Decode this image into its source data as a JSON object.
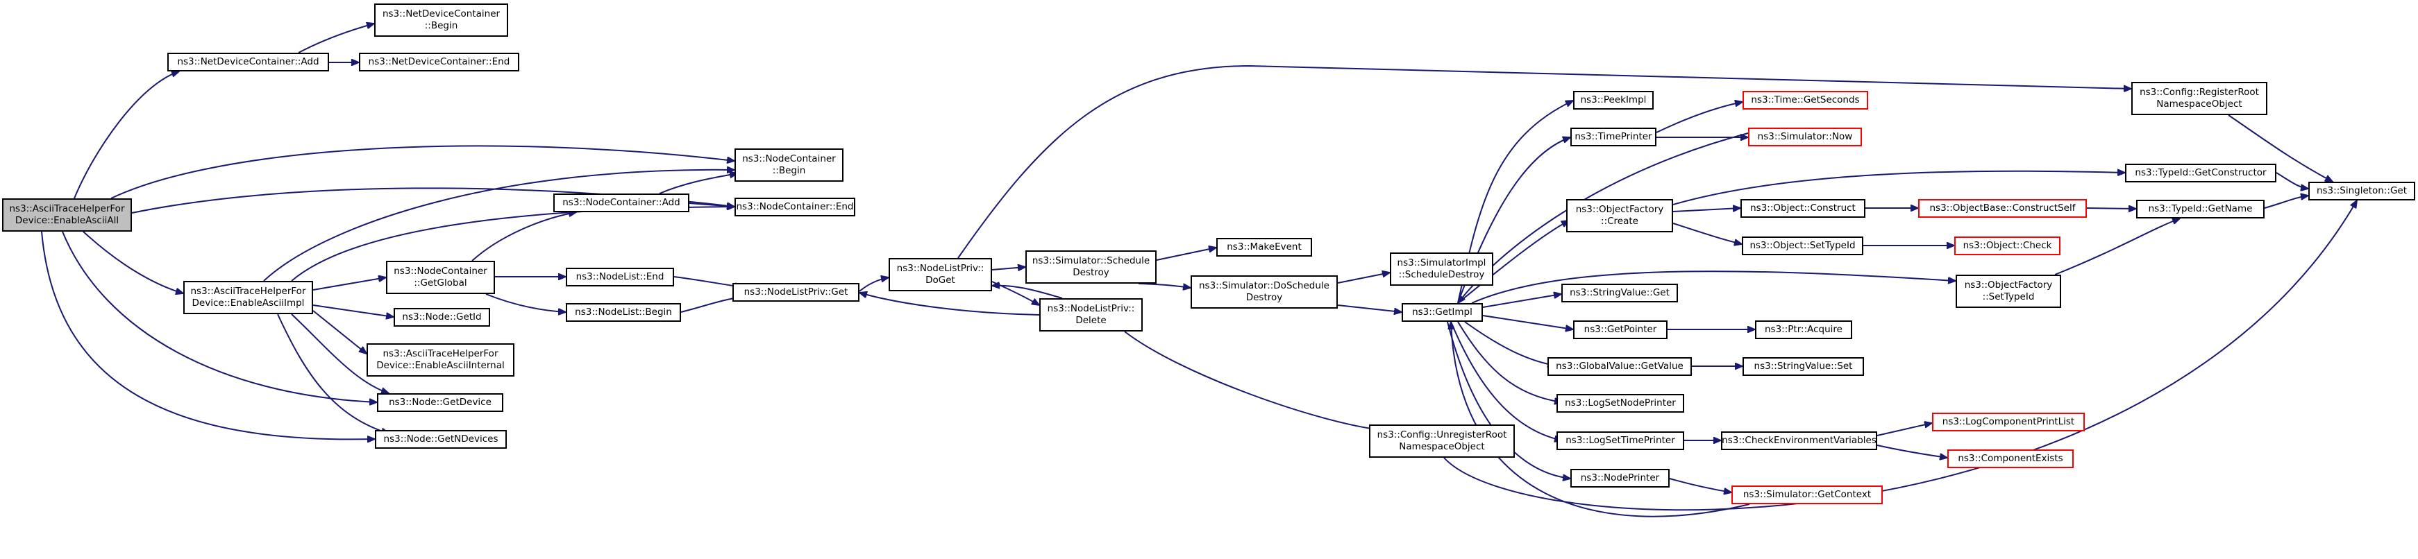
{
  "graph": {
    "edge_color": "#191970",
    "root_fill": "#bfbfbf",
    "linked_node_border": "#000000",
    "unlinked_node_border": "#ff0000",
    "nodes": [
      {
        "id": "root",
        "label": "ns3::AsciiTraceHelperFor\nDevice::EnableAsciiAll",
        "style": "root"
      },
      {
        "id": "ndc_add",
        "label": "ns3::NetDeviceContainer::Add",
        "style": "black"
      },
      {
        "id": "ndc_begin",
        "label": "ns3::NetDeviceContainer\n::Begin",
        "style": "black"
      },
      {
        "id": "ndc_end",
        "label": "ns3::NetDeviceContainer::End",
        "style": "black"
      },
      {
        "id": "nc_begin",
        "label": "ns3::NodeContainer\n::Begin",
        "style": "black"
      },
      {
        "id": "nc_end",
        "label": "ns3::NodeContainer::End",
        "style": "black"
      },
      {
        "id": "nc_add",
        "label": "ns3::NodeContainer::Add",
        "style": "black"
      },
      {
        "id": "enable_impl",
        "label": "ns3::AsciiTraceHelperFor\nDevice::EnableAsciiImpl",
        "style": "black"
      },
      {
        "id": "nc_getglobal",
        "label": "ns3::NodeContainer\n::GetGlobal",
        "style": "black"
      },
      {
        "id": "nl_end",
        "label": "ns3::NodeList::End",
        "style": "black"
      },
      {
        "id": "nl_begin",
        "label": "ns3::NodeList::Begin",
        "style": "black"
      },
      {
        "id": "node_getid",
        "label": "ns3::Node::GetId",
        "style": "black"
      },
      {
        "id": "enable_internal",
        "label": "ns3::AsciiTraceHelperFor\nDevice::EnableAsciiInternal",
        "style": "black"
      },
      {
        "id": "node_getdevice",
        "label": "ns3::Node::GetDevice",
        "style": "black"
      },
      {
        "id": "node_getndevices",
        "label": "ns3::Node::GetNDevices",
        "style": "black"
      },
      {
        "id": "nlp_get",
        "label": "ns3::NodeListPriv::Get",
        "style": "black"
      },
      {
        "id": "nlp_doget",
        "label": "ns3::NodeListPriv::\nDoGet",
        "style": "black"
      },
      {
        "id": "nlp_delete",
        "label": "ns3::NodeListPriv::\nDelete",
        "style": "black"
      },
      {
        "id": "sim_schedule_destroy",
        "label": "ns3::Simulator::Schedule\nDestroy",
        "style": "black"
      },
      {
        "id": "make_event",
        "label": "ns3::MakeEvent",
        "style": "black"
      },
      {
        "id": "sim_doschedule_destroy",
        "label": "ns3::Simulator::DoSchedule\nDestroy",
        "style": "black"
      },
      {
        "id": "simimpl_schedule_destroy",
        "label": "ns3::SimulatorImpl\n::ScheduleDestroy",
        "style": "black"
      },
      {
        "id": "getimpl",
        "label": "ns3::GetImpl",
        "style": "black"
      },
      {
        "id": "peekimpl",
        "label": "ns3::PeekImpl",
        "style": "black"
      },
      {
        "id": "timeprinter",
        "label": "ns3::TimePrinter",
        "style": "black"
      },
      {
        "id": "time_getseconds",
        "label": "ns3::Time::GetSeconds",
        "style": "red"
      },
      {
        "id": "sim_now",
        "label": "ns3::Simulator::Now",
        "style": "red"
      },
      {
        "id": "of_create",
        "label": "ns3::ObjectFactory\n::Create",
        "style": "black"
      },
      {
        "id": "obj_construct",
        "label": "ns3::Object::Construct",
        "style": "black"
      },
      {
        "id": "objbase_constructself",
        "label": "ns3::ObjectBase::ConstructSelf",
        "style": "red"
      },
      {
        "id": "obj_settypeid",
        "label": "ns3::Object::SetTypeId",
        "style": "black"
      },
      {
        "id": "obj_check",
        "label": "ns3::Object::Check",
        "style": "red"
      },
      {
        "id": "stringvalue_get",
        "label": "ns3::StringValue::Get",
        "style": "black"
      },
      {
        "id": "getpointer",
        "label": "ns3::GetPointer",
        "style": "black"
      },
      {
        "id": "ptr_acquire",
        "label": "ns3::Ptr::Acquire",
        "style": "black"
      },
      {
        "id": "gv_getvalue",
        "label": "ns3::GlobalValue::GetValue",
        "style": "black"
      },
      {
        "id": "stringvalue_set",
        "label": "ns3::StringValue::Set",
        "style": "black"
      },
      {
        "id": "logsetnodeprinter",
        "label": "ns3::LogSetNodePrinter",
        "style": "black"
      },
      {
        "id": "logsettimeprinter",
        "label": "ns3::LogSetTimePrinter",
        "style": "black"
      },
      {
        "id": "checkenv",
        "label": "ns3::CheckEnvironmentVariables",
        "style": "black"
      },
      {
        "id": "logcompprintlist",
        "label": "ns3::LogComponentPrintList",
        "style": "red"
      },
      {
        "id": "compexists",
        "label": "ns3::ComponentExists",
        "style": "red"
      },
      {
        "id": "nodeprinter",
        "label": "ns3::NodePrinter",
        "style": "black"
      },
      {
        "id": "sim_getcontext",
        "label": "ns3::Simulator::GetContext",
        "style": "red"
      },
      {
        "id": "config_unregister",
        "label": "ns3::Config::UnregisterRoot\nNamespaceObject",
        "style": "black"
      },
      {
        "id": "config_register",
        "label": "ns3::Config::RegisterRoot\nNamespaceObject",
        "style": "black"
      },
      {
        "id": "typeid_getconstructor",
        "label": "ns3::TypeId::GetConstructor",
        "style": "black"
      },
      {
        "id": "typeid_getname",
        "label": "ns3::TypeId::GetName",
        "style": "black"
      },
      {
        "id": "of_settypeid",
        "label": "ns3::ObjectFactory\n::SetTypeId",
        "style": "black"
      },
      {
        "id": "singleton_get",
        "label": "ns3::Singleton::Get",
        "style": "black"
      }
    ]
  }
}
